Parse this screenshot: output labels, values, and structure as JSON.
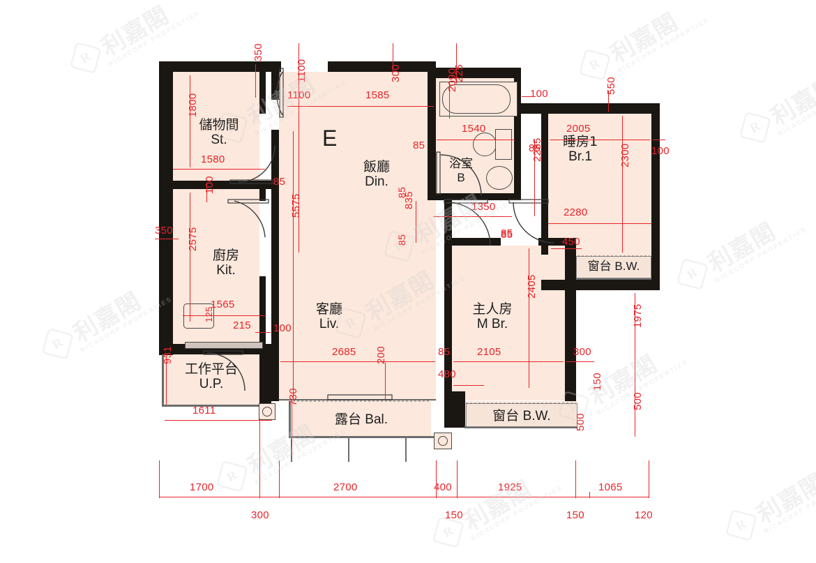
{
  "document": {
    "type": "residential-floor-plan",
    "unit_label": "E",
    "units": "mm",
    "colors": {
      "wall": "#1a1713",
      "room_fill": "#fce8dc",
      "dimension": "#e8242a",
      "text": "#1d1d1d",
      "watermark": "#d2d2d2",
      "background": "#ffffff"
    }
  },
  "watermark": {
    "cn": "利嘉閣",
    "en": "RICACORP PROPERTIES",
    "logo": "ricacorp-octagon-r-logo"
  },
  "rooms": [
    {
      "id": "st",
      "cn": "儲物間",
      "en": "St.",
      "dim_label": "1580"
    },
    {
      "id": "kit",
      "cn": "廚房",
      "en": "Kit.",
      "dim_label": "1565"
    },
    {
      "id": "up",
      "cn": "工作平台",
      "en": "U.P.",
      "dim_label": "1611"
    },
    {
      "id": "din",
      "cn": "飯廳",
      "en": "Din.",
      "dim_label": "1585"
    },
    {
      "id": "bath",
      "cn": "浴室",
      "en": "B",
      "dim_label": "1350"
    },
    {
      "id": "br1",
      "cn": "睡房1",
      "en": "Br.1",
      "dim_label": "2280"
    },
    {
      "id": "liv",
      "cn": "客廳",
      "en": "Liv.",
      "dim_label": "2685"
    },
    {
      "id": "mbr",
      "cn": "主人房",
      "en": "M Br.",
      "dim_label": "2105"
    },
    {
      "id": "bal",
      "cn": "露台",
      "en": "Bal.",
      "dim_label": ""
    },
    {
      "id": "bw1",
      "cn": "窗台",
      "en": "B.W.",
      "dim_label": ""
    },
    {
      "id": "bw2",
      "cn": "窗台",
      "en": "B.W.",
      "dim_label": ""
    }
  ],
  "labels": {
    "st": "儲物間 St.",
    "kit": "廚房 Kit.",
    "up": "工作平台 U.P.",
    "din": "飯廳 Din.",
    "bath": "浴室 B",
    "br1": "睡房1 Br.1",
    "liv": "客廳 Liv.",
    "mbr": "主人房 M Br.",
    "bal": "露台 Bal.",
    "bw": "窗台 B.W."
  },
  "dimensions": {
    "top_chain": [
      "350",
      "1100",
      "300",
      "225"
    ],
    "bottom_chain_upper": [
      "1700",
      "2700",
      "400",
      "1925",
      "1065"
    ],
    "bottom_chain_lower": [
      "300",
      "150",
      "150",
      "120"
    ],
    "left_side": [
      "1800",
      "100",
      "350",
      "2575",
      "125",
      "931"
    ],
    "right_side": [
      "550",
      "100",
      "1975",
      "500",
      "150"
    ],
    "interior": [
      "1100",
      "1585",
      "1580",
      "85",
      "5575",
      "100",
      "2090",
      "1540",
      "100",
      "2005",
      "2300",
      "2280",
      "2285",
      "85",
      "85",
      "1350",
      "85",
      "450",
      "835",
      "85",
      "85",
      "1565",
      "215",
      "100",
      "2685",
      "2405",
      "2105",
      "85",
      "300",
      "480",
      "200",
      "730",
      "1611",
      "931",
      "2575"
    ]
  },
  "dim_values": {
    "d350a": "350",
    "d1100": "1100",
    "d300t": "300",
    "d225": "225",
    "d1100i": "1100",
    "d1585": "1585",
    "d1580": "1580",
    "d1800": "1800",
    "d85a": "85",
    "d100a": "100",
    "d350b": "350",
    "d2575": "2575",
    "d1565": "1565",
    "d215": "215",
    "d125": "125",
    "d100b": "100",
    "d5575": "5575",
    "d2090": "2090",
    "d1540": "1540",
    "d100c": "100",
    "d550": "550",
    "d2005": "2005",
    "d100d": "100",
    "d2300": "2300",
    "d2280": "2280",
    "d2285": "2285",
    "d85b": "85",
    "d85c": "85",
    "d1350": "1350",
    "d85d": "85",
    "d450": "450",
    "d835": "835",
    "d85e": "85",
    "d85f": "85",
    "d2685": "2685",
    "d2405": "2405",
    "d2105": "2105",
    "d85g": "85",
    "d300r": "300",
    "d480": "480",
    "d200": "200",
    "d730": "730",
    "d1611": "1611",
    "d931": "931",
    "d1975": "1975",
    "d500": "500",
    "d150a": "150",
    "d500b": "500",
    "d1700": "1700",
    "d2700": "2700",
    "d400": "400",
    "d1925": "1925",
    "d1065": "1065",
    "d300b": "300",
    "d150b": "150",
    "d150c": "150",
    "d120": "120"
  }
}
